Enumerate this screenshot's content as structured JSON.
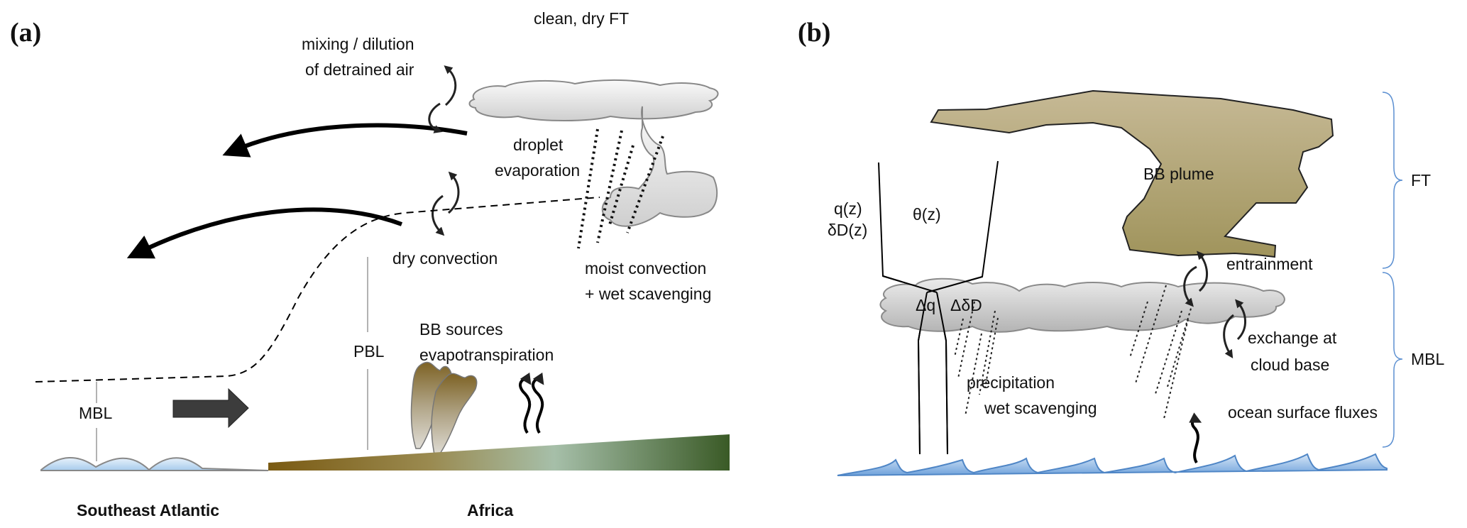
{
  "panel_a": {
    "label": "(a)",
    "text": {
      "ft": "clean, dry FT",
      "mixing_line1": "mixing / dilution",
      "mixing_line2": "of detrained air",
      "droplet_line1": "droplet",
      "droplet_line2": "evaporation",
      "dry_convection": "dry convection",
      "moist_line1": "moist convection",
      "moist_line2": "+ wet scavenging",
      "bb_line1": "BB sources",
      "bb_line2": "evapotranspiration",
      "pbl": "PBL",
      "mbl": "MBL",
      "region_ocean": "Southeast Atlantic",
      "region_land": "Africa"
    },
    "colors": {
      "ocean": "#bcd6ee",
      "land_dry": "#7a5a12",
      "land_mid": "#9fb8a4",
      "land_wet": "#3a5a26",
      "smoke": "#8c7440",
      "cloud": "#e6e6e6"
    }
  },
  "panel_b": {
    "label": "(b)",
    "text": {
      "bb_plume": "BB plume",
      "q_profile": "q(z)",
      "dD_profile": "δD(z)",
      "theta_profile": "θ(z)",
      "delta_q": "Δq",
      "delta_dD": "ΔδD",
      "entrainment": "entrainment",
      "exchange_line1": "exchange at",
      "exchange_line2": "cloud base",
      "precip_line1": "precipitation",
      "precip_line2": "wet scavenging",
      "ocean_fluxes": "ocean surface fluxes",
      "ft": "FT",
      "mbl": "MBL"
    },
    "colors": {
      "plume": "#b5a676",
      "ocean": "#8fb7e4",
      "brace": "#5b8fd1",
      "cloud": "#d9d9d9"
    }
  }
}
